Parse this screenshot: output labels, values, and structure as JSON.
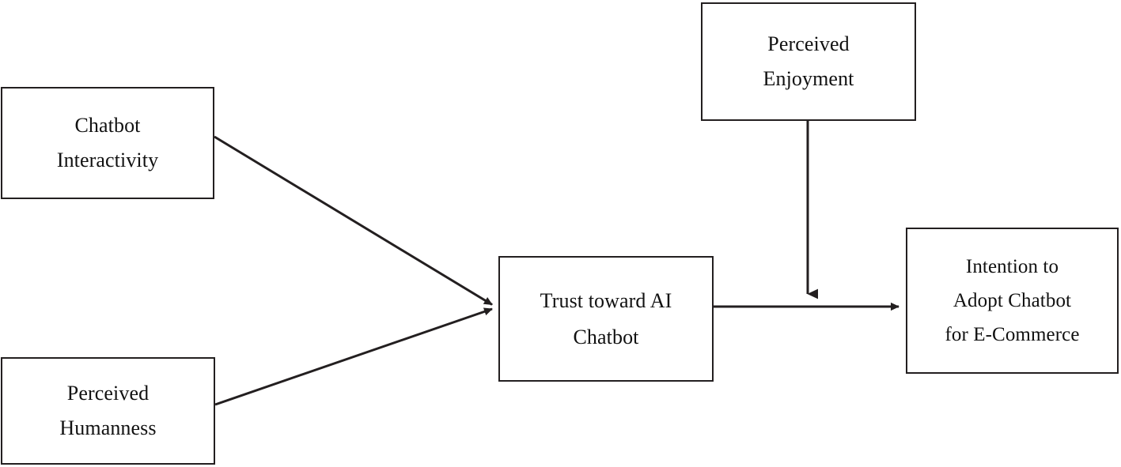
{
  "diagram": {
    "type": "conceptual-research-model",
    "background_color": "#ffffff",
    "stroke_color": "#231f20",
    "text_color": "#111111",
    "nodes": [
      {
        "id": "chatbot-interactivity",
        "label": "Chatbot\nInteractivity",
        "role": "independent-variable"
      },
      {
        "id": "perceived-humanness",
        "label": "Perceived\nHumanness",
        "role": "independent-variable"
      },
      {
        "id": "trust-ai-chatbot",
        "label": "Trust toward AI\nChatbot",
        "role": "mediator"
      },
      {
        "id": "perceived-enjoyment",
        "label": "Perceived\nEnjoyment",
        "role": "moderator"
      },
      {
        "id": "intention-adopt",
        "label": "Intention to\nAdopt Chatbot\nfor E-Commerce",
        "role": "dependent-variable"
      }
    ],
    "edges": [
      {
        "id": "interactivity-to-trust",
        "from": "chatbot-interactivity",
        "to": "trust-ai-chatbot",
        "style": "solid",
        "arrowhead": "filled-triangle"
      },
      {
        "id": "humanness-to-trust",
        "from": "perceived-humanness",
        "to": "trust-ai-chatbot",
        "style": "solid",
        "arrowhead": "filled-triangle"
      },
      {
        "id": "trust-to-intention",
        "from": "trust-ai-chatbot",
        "to": "intention-adopt",
        "style": "solid",
        "arrowhead": "filled-triangle"
      },
      {
        "id": "enjoyment-moderates-trust-to-intention",
        "from": "perceived-enjoyment",
        "to": "trust-to-intention",
        "style": "solid",
        "arrowhead": "filled-triangle",
        "relationship": "moderation"
      }
    ]
  }
}
